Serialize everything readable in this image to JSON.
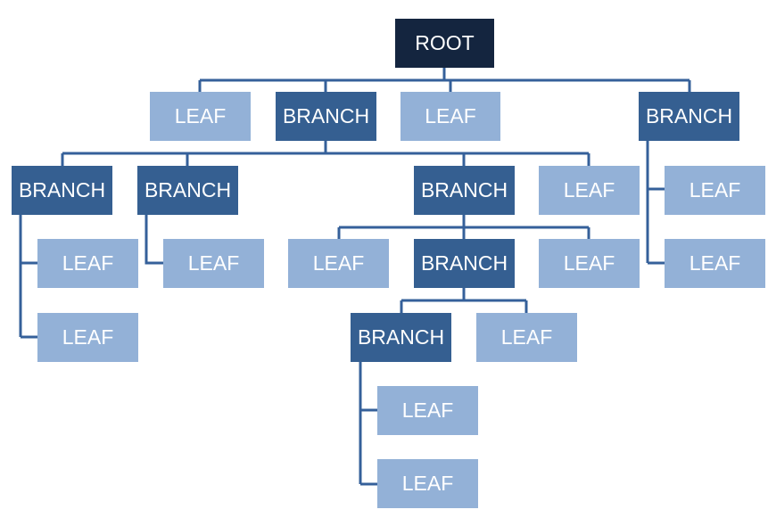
{
  "colors": {
    "root": "#14253f",
    "branch": "#355f91",
    "leaf": "#93b1d7",
    "connector": "#35609a",
    "background": "#ffffff"
  },
  "nodes": [
    {
      "id": "root",
      "kind": "root",
      "label": "ROOT"
    },
    {
      "id": "l1-leaf-a",
      "kind": "leaf",
      "label": "LEAF"
    },
    {
      "id": "l1-branch-a",
      "kind": "branch",
      "label": "BRANCH"
    },
    {
      "id": "l1-leaf-b",
      "kind": "leaf",
      "label": "LEAF"
    },
    {
      "id": "l1-branch-b",
      "kind": "branch",
      "label": "BRANCH"
    },
    {
      "id": "l2-branch-a",
      "kind": "branch",
      "label": "BRANCH"
    },
    {
      "id": "l2-branch-b",
      "kind": "branch",
      "label": "BRANCH"
    },
    {
      "id": "l2-branch-c",
      "kind": "branch",
      "label": "BRANCH"
    },
    {
      "id": "l2-leaf-a",
      "kind": "leaf",
      "label": "LEAF"
    },
    {
      "id": "r-leaf-a",
      "kind": "leaf",
      "label": "LEAF"
    },
    {
      "id": "r-leaf-b",
      "kind": "leaf",
      "label": "LEAF"
    },
    {
      "id": "a-leaf-a",
      "kind": "leaf",
      "label": "LEAF"
    },
    {
      "id": "a-leaf-b",
      "kind": "leaf",
      "label": "LEAF"
    },
    {
      "id": "b-leaf-a",
      "kind": "leaf",
      "label": "LEAF"
    },
    {
      "id": "c-leaf-a",
      "kind": "leaf",
      "label": "LEAF"
    },
    {
      "id": "c-branch",
      "kind": "branch",
      "label": "BRANCH"
    },
    {
      "id": "c-leaf-b",
      "kind": "leaf",
      "label": "LEAF"
    },
    {
      "id": "d-branch",
      "kind": "branch",
      "label": "BRANCH"
    },
    {
      "id": "d-leaf-a",
      "kind": "leaf",
      "label": "LEAF"
    },
    {
      "id": "e-leaf-a",
      "kind": "leaf",
      "label": "LEAF"
    },
    {
      "id": "e-leaf-b",
      "kind": "leaf",
      "label": "LEAF"
    }
  ]
}
